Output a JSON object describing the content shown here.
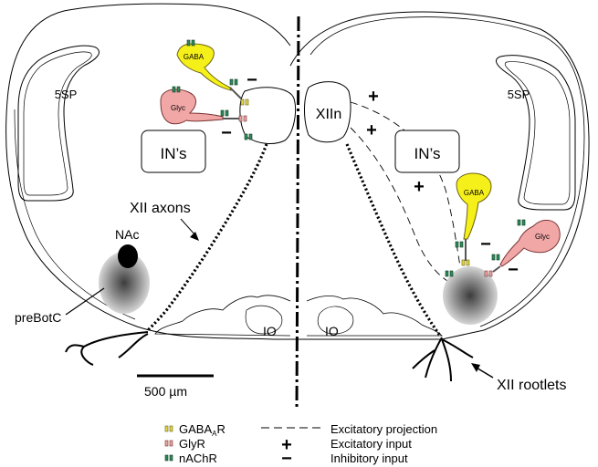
{
  "labels": {
    "sp5_left": "5SP",
    "sp5_right": "5SP",
    "xiin": "XIIn",
    "ins_left": "IN’s",
    "ins_right": "IN’s",
    "xii_axons": "XII axons",
    "nac": "NAc",
    "prebotc": "preBotC",
    "io_left": "IO",
    "io_right": "IO",
    "scale_bar": "500 µm",
    "xii_rootlets": "XII rootlets"
  },
  "neurons": {
    "gaba_left": "GABA",
    "glyc_left": "Glyc",
    "gaba_right": "GABA",
    "glyc_right": "Glyc"
  },
  "signs": {
    "plus": "+",
    "minus": "−"
  },
  "legend": {
    "gabaar_main": "GABA",
    "gabaar_sub": "A",
    "gabaar_tail": "R",
    "glyr": "GlyR",
    "nachr": "nAChR",
    "excitatory_projection": "Excitatory projection",
    "excitatory_input": "Excitatory input",
    "inhibitory_input": "Inhibitory input"
  },
  "colors": {
    "gaba_neuron": "#f5ef1a",
    "glyc_neuron": "#f2a7a7",
    "gabaar_receptor": "#e0d64a",
    "glyr_receptor": "#e8a3a3",
    "nachr_receptor": "#2f8a5a"
  }
}
